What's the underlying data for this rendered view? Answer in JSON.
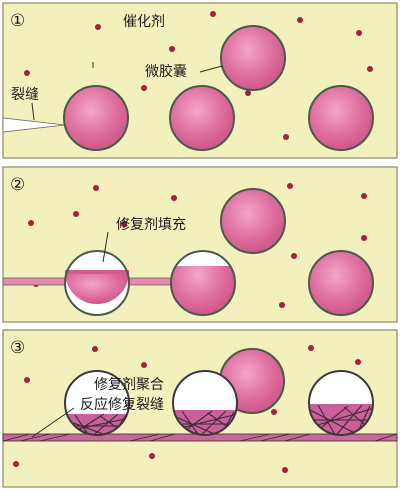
{
  "panels": [
    {
      "step": "①",
      "labels": {
        "catalyst": "催化剂",
        "capsule": "微胶囊",
        "crack": "裂缝"
      }
    },
    {
      "step": "②",
      "labels": {
        "fill": "修复剂填充"
      }
    },
    {
      "step": "③",
      "labels": {
        "polymer_line1": "修复剂聚合",
        "polymer_line2": "反应修复裂缝"
      }
    }
  ],
  "colors": {
    "background": "#f2f0bd",
    "panel_border": "#8a8a6a",
    "capsule_fill": "#dd6a9a",
    "capsule_stroke": "#4a5a4a",
    "catalyst_dot": "#a4203d",
    "crack": "#e58ab1",
    "network": "#3a2a34"
  }
}
